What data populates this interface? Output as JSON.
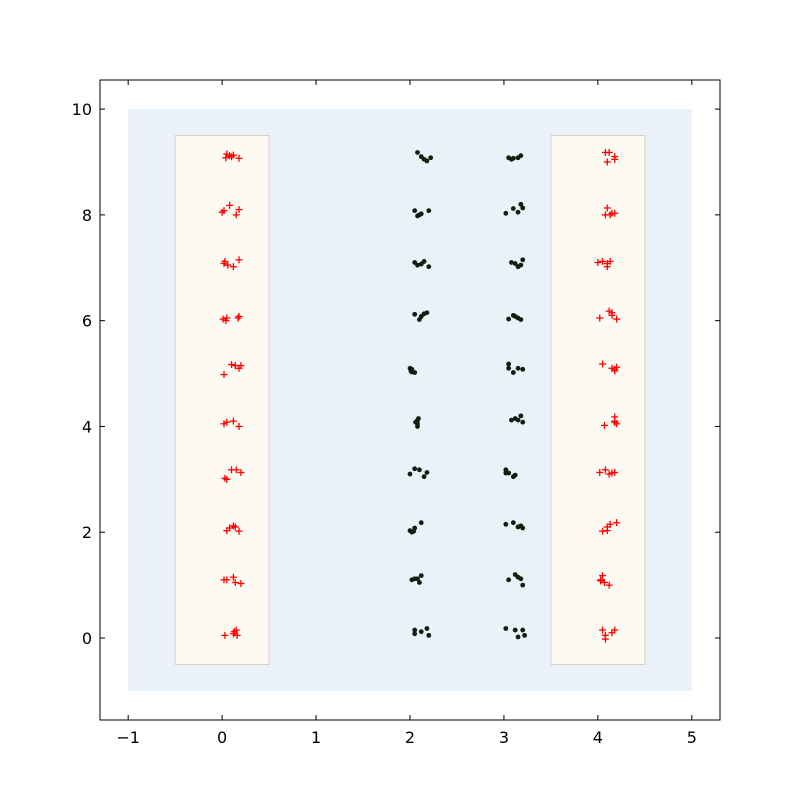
{
  "chart_data": {
    "type": "scatter",
    "title": "",
    "xlabel": "",
    "ylabel": "",
    "xlim": [
      -1.3,
      5.3
    ],
    "ylim": [
      -1.55,
      10.55
    ],
    "xticks": [
      -1,
      0,
      1,
      2,
      3,
      4,
      5
    ],
    "yticks": [
      0,
      2,
      4,
      6,
      8,
      10
    ],
    "xtick_labels": [
      "−1",
      "0",
      "1",
      "2",
      "3",
      "4",
      "5"
    ],
    "ytick_labels": [
      "0",
      "2",
      "4",
      "6",
      "8",
      "10"
    ],
    "grid": false,
    "legend": "none",
    "background_regions": [
      {
        "x": [
          -1,
          5
        ],
        "y": [
          -1,
          10
        ],
        "fill": "#eaf1f8"
      },
      {
        "x": [
          -0.5,
          0.5
        ],
        "y": [
          -0.5,
          9.5
        ],
        "fill": "#fdfaf2",
        "stroke": "#d8cfc6"
      },
      {
        "x": [
          3.5,
          4.5
        ],
        "y": [
          -0.5,
          9.5
        ],
        "fill": "#fdfaf2",
        "stroke": "#d8cfc6"
      }
    ],
    "series": [
      {
        "marker": "plus",
        "color": "#ff0000",
        "points": [
          [
            0.08,
            9.12
          ],
          [
            0.05,
            9.15
          ],
          [
            0.1,
            9.1
          ],
          [
            0.04,
            9.08
          ],
          [
            0.18,
            9.07
          ],
          [
            0.12,
            9.13
          ],
          [
            0.02,
            8.08
          ],
          [
            0.0,
            8.05
          ],
          [
            0.08,
            8.18
          ],
          [
            0.18,
            8.1
          ],
          [
            0.15,
            8.0
          ],
          [
            0.03,
            7.12
          ],
          [
            0.06,
            7.05
          ],
          [
            0.02,
            7.08
          ],
          [
            0.12,
            7.02
          ],
          [
            0.18,
            7.15
          ],
          [
            0.01,
            6.03
          ],
          [
            0.05,
            6.05
          ],
          [
            0.04,
            6.0
          ],
          [
            0.18,
            6.08
          ],
          [
            0.17,
            6.05
          ],
          [
            0.1,
            5.17
          ],
          [
            0.14,
            5.15
          ],
          [
            0.2,
            5.15
          ],
          [
            0.18,
            5.1
          ],
          [
            0.02,
            4.98
          ],
          [
            0.02,
            4.05
          ],
          [
            0.05,
            4.08
          ],
          [
            0.12,
            4.1
          ],
          [
            0.18,
            4.0
          ],
          [
            0.1,
            3.18
          ],
          [
            0.15,
            3.18
          ],
          [
            0.2,
            3.13
          ],
          [
            0.03,
            3.02
          ],
          [
            0.05,
            3.0
          ],
          [
            0.08,
            2.08
          ],
          [
            0.14,
            2.1
          ],
          [
            0.12,
            2.12
          ],
          [
            0.05,
            2.03
          ],
          [
            0.18,
            2.02
          ],
          [
            0.02,
            1.1
          ],
          [
            0.05,
            1.1
          ],
          [
            0.12,
            1.15
          ],
          [
            0.14,
            1.05
          ],
          [
            0.2,
            1.03
          ],
          [
            0.03,
            0.05
          ],
          [
            0.12,
            0.08
          ],
          [
            0.15,
            0.15
          ],
          [
            0.16,
            0.05
          ],
          [
            0.13,
            0.12
          ]
        ]
      },
      {
        "marker": "plus",
        "color": "#ff0000",
        "points": [
          [
            4.08,
            9.18
          ],
          [
            4.12,
            9.18
          ],
          [
            4.18,
            9.1
          ],
          [
            4.18,
            9.05
          ],
          [
            4.1,
            9.0
          ],
          [
            4.1,
            8.13
          ],
          [
            4.13,
            8.0
          ],
          [
            4.15,
            8.03
          ],
          [
            4.18,
            8.03
          ],
          [
            4.08,
            8.0
          ],
          [
            4.0,
            7.1
          ],
          [
            4.05,
            7.12
          ],
          [
            4.1,
            7.08
          ],
          [
            4.13,
            7.12
          ],
          [
            4.1,
            7.02
          ],
          [
            4.12,
            6.18
          ],
          [
            4.15,
            6.15
          ],
          [
            4.15,
            6.1
          ],
          [
            4.02,
            6.05
          ],
          [
            4.2,
            6.03
          ],
          [
            4.05,
            5.18
          ],
          [
            4.18,
            5.08
          ],
          [
            4.2,
            5.12
          ],
          [
            4.18,
            5.05
          ],
          [
            4.15,
            5.1
          ],
          [
            4.18,
            4.18
          ],
          [
            4.18,
            4.08
          ],
          [
            4.2,
            4.05
          ],
          [
            4.18,
            4.1
          ],
          [
            4.07,
            4.02
          ],
          [
            4.02,
            3.13
          ],
          [
            4.08,
            3.18
          ],
          [
            4.12,
            3.1
          ],
          [
            4.15,
            3.12
          ],
          [
            4.18,
            3.13
          ],
          [
            4.1,
            2.1
          ],
          [
            4.13,
            2.15
          ],
          [
            4.05,
            2.02
          ],
          [
            4.1,
            2.03
          ],
          [
            4.2,
            2.18
          ],
          [
            4.03,
            1.1
          ],
          [
            4.05,
            1.18
          ],
          [
            4.03,
            1.08
          ],
          [
            4.07,
            1.05
          ],
          [
            4.12,
            1.0
          ],
          [
            4.05,
            0.15
          ],
          [
            4.08,
            0.05
          ],
          [
            4.08,
            -0.02
          ],
          [
            4.15,
            0.1
          ],
          [
            4.18,
            0.15
          ]
        ]
      },
      {
        "marker": "dot",
        "color": "#0f1f0f",
        "points": [
          [
            2.08,
            9.18
          ],
          [
            2.15,
            9.05
          ],
          [
            2.18,
            9.02
          ],
          [
            2.22,
            9.08
          ],
          [
            2.12,
            9.1
          ],
          [
            2.05,
            8.08
          ],
          [
            2.1,
            8.0
          ],
          [
            2.12,
            8.02
          ],
          [
            2.2,
            8.08
          ],
          [
            2.08,
            7.98
          ],
          [
            2.05,
            7.1
          ],
          [
            2.08,
            7.05
          ],
          [
            2.12,
            7.07
          ],
          [
            2.15,
            7.12
          ],
          [
            2.2,
            7.02
          ],
          [
            2.05,
            6.12
          ],
          [
            2.1,
            6.02
          ],
          [
            2.12,
            6.08
          ],
          [
            2.18,
            6.15
          ],
          [
            2.15,
            6.13
          ],
          [
            2.0,
            5.1
          ],
          [
            2.02,
            5.03
          ],
          [
            2.05,
            5.02
          ],
          [
            2.02,
            5.08
          ],
          [
            2.01,
            5.05
          ],
          [
            2.08,
            4.12
          ],
          [
            2.08,
            4.05
          ],
          [
            2.08,
            4.0
          ],
          [
            2.06,
            4.08
          ],
          [
            2.09,
            4.15
          ],
          [
            2.0,
            3.1
          ],
          [
            2.05,
            3.2
          ],
          [
            2.1,
            3.18
          ],
          [
            2.15,
            3.05
          ],
          [
            2.18,
            3.13
          ],
          [
            2.0,
            2.03
          ],
          [
            2.05,
            2.08
          ],
          [
            2.12,
            2.18
          ],
          [
            2.02,
            2.0
          ],
          [
            2.04,
            2.02
          ],
          [
            2.02,
            1.1
          ],
          [
            2.05,
            1.12
          ],
          [
            2.1,
            1.05
          ],
          [
            2.12,
            1.18
          ],
          [
            2.08,
            1.12
          ],
          [
            2.05,
            0.08
          ],
          [
            2.05,
            0.15
          ],
          [
            2.12,
            0.12
          ],
          [
            2.18,
            0.18
          ],
          [
            2.2,
            0.05
          ]
        ]
      },
      {
        "marker": "dot",
        "color": "#0f1f0f",
        "points": [
          [
            3.05,
            9.08
          ],
          [
            3.1,
            9.07
          ],
          [
            3.15,
            9.08
          ],
          [
            3.18,
            9.12
          ],
          [
            3.08,
            9.05
          ],
          [
            3.02,
            8.03
          ],
          [
            3.1,
            8.12
          ],
          [
            3.15,
            8.05
          ],
          [
            3.18,
            8.2
          ],
          [
            3.2,
            8.13
          ],
          [
            3.08,
            7.1
          ],
          [
            3.12,
            7.08
          ],
          [
            3.15,
            7.02
          ],
          [
            3.18,
            7.05
          ],
          [
            3.2,
            7.15
          ],
          [
            3.05,
            6.03
          ],
          [
            3.1,
            6.1
          ],
          [
            3.15,
            6.05
          ],
          [
            3.18,
            6.02
          ],
          [
            3.12,
            6.08
          ],
          [
            3.05,
            5.18
          ],
          [
            3.05,
            5.1
          ],
          [
            3.1,
            5.02
          ],
          [
            3.15,
            5.1
          ],
          [
            3.2,
            5.08
          ],
          [
            3.08,
            4.12
          ],
          [
            3.12,
            4.15
          ],
          [
            3.15,
            4.12
          ],
          [
            3.18,
            4.2
          ],
          [
            3.2,
            4.08
          ],
          [
            3.02,
            3.18
          ],
          [
            3.05,
            3.12
          ],
          [
            3.1,
            3.05
          ],
          [
            3.12,
            3.08
          ],
          [
            3.02,
            3.12
          ],
          [
            3.02,
            2.15
          ],
          [
            3.1,
            2.18
          ],
          [
            3.15,
            2.1
          ],
          [
            3.18,
            2.12
          ],
          [
            3.2,
            2.08
          ],
          [
            3.05,
            1.1
          ],
          [
            3.12,
            1.2
          ],
          [
            3.15,
            1.15
          ],
          [
            3.18,
            1.12
          ],
          [
            3.2,
            1.0
          ],
          [
            3.02,
            0.18
          ],
          [
            3.12,
            0.15
          ],
          [
            3.15,
            0.02
          ],
          [
            3.2,
            0.15
          ],
          [
            3.22,
            0.05
          ]
        ]
      }
    ]
  }
}
